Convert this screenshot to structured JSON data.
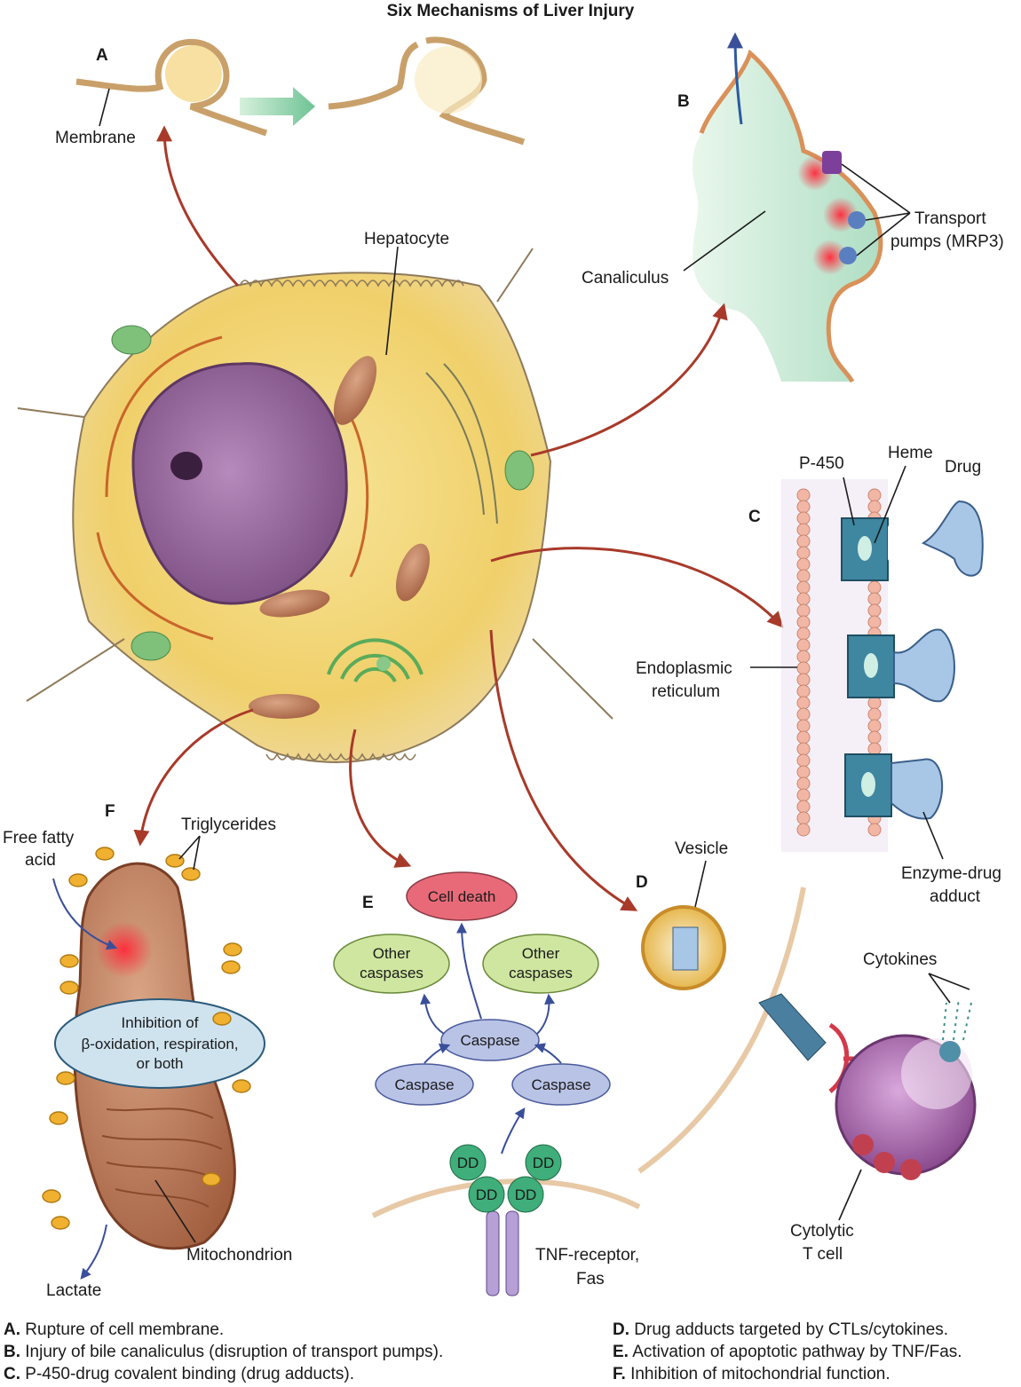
{
  "title": "Six Mechanisms of Liver Injury",
  "panels": {
    "A": {
      "letter": "A",
      "membrane_label": "Membrane"
    },
    "B": {
      "letter": "B",
      "canaliculus_label": "Canaliculus",
      "pumps_label_1": "Transport",
      "pumps_label_2": "pumps (MRP3)"
    },
    "C": {
      "letter": "C",
      "p450_label": "P-450",
      "heme_label": "Heme",
      "drug_label": "Drug",
      "er_label_1": "Endoplasmic",
      "er_label_2": "reticulum",
      "adduct_label_1": "Enzyme-drug",
      "adduct_label_2": "adduct"
    },
    "D": {
      "letter": "D",
      "vesicle_label": "Vesicle",
      "cytokines_label": "Cytokines",
      "tcell_label_1": "Cytolytic",
      "tcell_label_2": "T cell"
    },
    "E": {
      "letter": "E",
      "cell_death": "Cell death",
      "other_caspases_1": "Other",
      "other_caspases_2": "caspases",
      "caspase": "Caspase",
      "dd": "DD",
      "receptor_1": "TNF-receptor,",
      "receptor_2": "Fas"
    },
    "F": {
      "letter": "F",
      "ffa_1": "Free fatty",
      "ffa_2": "acid",
      "triglycerides": "Triglycerides",
      "inhibition_1": "Inhibition of",
      "inhibition_2": "β-oxidation, respiration,",
      "inhibition_3": "or both",
      "mitochondrion": "Mitochondrion",
      "lactate": "Lactate"
    }
  },
  "hepatocyte_label": "Hepatocyte",
  "legend": [
    {
      "key": "A.",
      "text": "Rupture of cell membrane."
    },
    {
      "key": "B.",
      "text": "Injury of bile canaliculus (disruption of transport pumps)."
    },
    {
      "key": "C.",
      "text": "P-450-drug covalent binding (drug adducts)."
    },
    {
      "key": "D.",
      "text": "Drug adducts targeted by CTLs/cytokines."
    },
    {
      "key": "E.",
      "text": "Activation of apoptotic pathway by TNF/Fas."
    },
    {
      "key": "F.",
      "text": "Inhibition of mitochondrial function."
    }
  ],
  "colors": {
    "cytoplasm": "#f3d77a",
    "nucleus": "#9b6a9e",
    "mitochondrion": "#b9714f",
    "arrow_red": "#a83a2a",
    "caspase": "#b9c3e6",
    "other_caspase": "#cfe6a0",
    "cell_death": "#e86a78",
    "dd": "#3fae7a",
    "p450": "#4f8fa8",
    "canaliculus": "#cfeedd",
    "tcell": "#b57ab8"
  }
}
